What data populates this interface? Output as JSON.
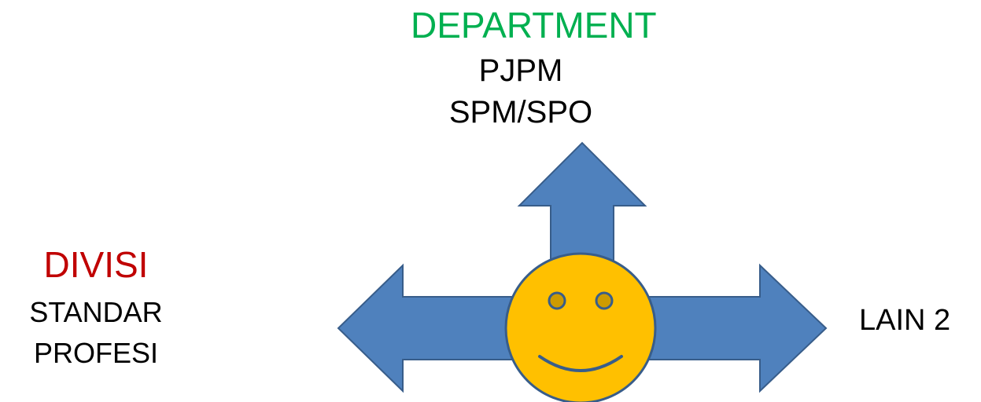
{
  "colors": {
    "arrow_fill": "#4f81bd",
    "arrow_stroke": "#385d8a",
    "face_fill": "#ffc000",
    "face_stroke": "#385d8a",
    "heading_top": "#00b050",
    "heading_left": "#c00000",
    "text": "#000000"
  },
  "top": {
    "heading": "DEPARTMENT",
    "line1": "PJPM",
    "line2": "SPM/SPO"
  },
  "left": {
    "heading": "DIVISI",
    "line1": "STANDAR",
    "line2": "PROFESI"
  },
  "right": {
    "line1": "LAIN 2"
  },
  "icons": [
    "arrow-up",
    "arrow-left",
    "arrow-right",
    "smiley-face"
  ]
}
